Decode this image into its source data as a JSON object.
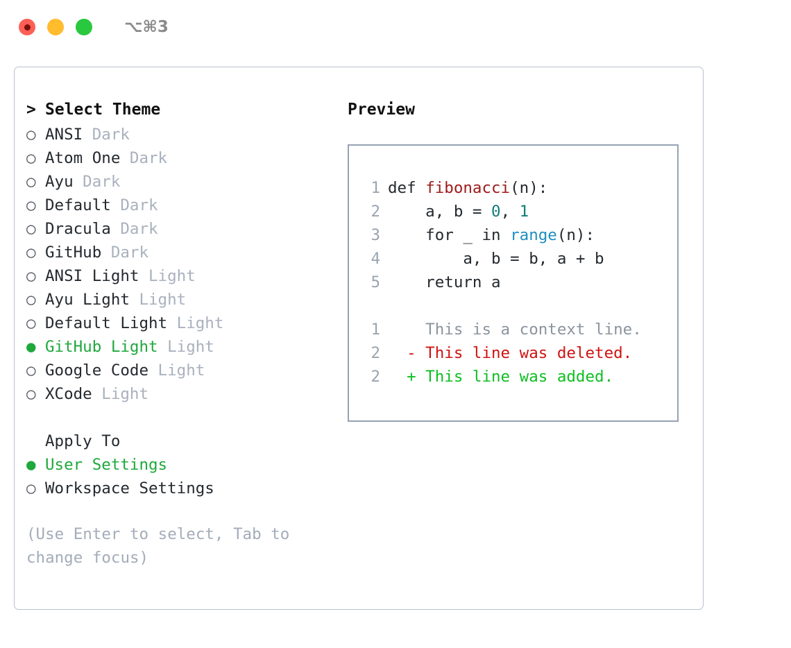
{
  "titlebar": {
    "shortcut": "⌥⌘3",
    "buttons": {
      "close_label": "close",
      "minimize_label": "minimize",
      "maximize_label": "maximize"
    }
  },
  "theme_picker": {
    "header": "Select Theme",
    "caret": ">",
    "marker_unselected": "○",
    "marker_selected": "●",
    "items": [
      {
        "name": "ANSI",
        "kind": "Dark",
        "selected": false
      },
      {
        "name": "Atom One",
        "kind": "Dark",
        "selected": false
      },
      {
        "name": "Ayu",
        "kind": "Dark",
        "selected": false
      },
      {
        "name": "Default",
        "kind": "Dark",
        "selected": false
      },
      {
        "name": "Dracula",
        "kind": "Dark",
        "selected": false
      },
      {
        "name": "GitHub",
        "kind": "Dark",
        "selected": false
      },
      {
        "name": "ANSI Light",
        "kind": "Light",
        "selected": false
      },
      {
        "name": "Ayu Light",
        "kind": "Light",
        "selected": false
      },
      {
        "name": "Default Light",
        "kind": "Light",
        "selected": false
      },
      {
        "name": "GitHub Light",
        "kind": "Light",
        "selected": true
      },
      {
        "name": "Google Code",
        "kind": "Light",
        "selected": false
      },
      {
        "name": "XCode",
        "kind": "Light",
        "selected": false
      }
    ]
  },
  "apply_to": {
    "label": "Apply To",
    "options": [
      {
        "name": "User Settings",
        "selected": true
      },
      {
        "name": "Workspace Settings",
        "selected": false
      }
    ]
  },
  "hint": "(Use Enter to select, Tab to change focus)",
  "preview": {
    "header": "Preview",
    "code_lines": [
      {
        "no": "1",
        "tokens": [
          {
            "t": "def ",
            "c": "plain"
          },
          {
            "t": "fibonacci",
            "c": "func"
          },
          {
            "t": "(n):",
            "c": "plain"
          }
        ]
      },
      {
        "no": "2",
        "tokens": [
          {
            "t": "    a, b = ",
            "c": "plain"
          },
          {
            "t": "0",
            "c": "num"
          },
          {
            "t": ", ",
            "c": "plain"
          },
          {
            "t": "1",
            "c": "num"
          }
        ]
      },
      {
        "no": "3",
        "tokens": [
          {
            "t": "    for _ in ",
            "c": "plain"
          },
          {
            "t": "range",
            "c": "call"
          },
          {
            "t": "(n):",
            "c": "plain"
          }
        ]
      },
      {
        "no": "4",
        "tokens": [
          {
            "t": "        a, b = b, a + b",
            "c": "plain"
          }
        ]
      },
      {
        "no": "5",
        "tokens": [
          {
            "t": "    return a",
            "c": "plain"
          }
        ]
      }
    ],
    "diff_lines": [
      {
        "no": "1",
        "marker": " ",
        "text": " This is a context line.",
        "kind": "ctx"
      },
      {
        "no": "2",
        "marker": "-",
        "text": " This line was deleted.",
        "kind": "del"
      },
      {
        "no": "2",
        "marker": "+",
        "text": " This line was added.",
        "kind": "add"
      }
    ]
  },
  "colors": {
    "accent_green": "#1fa83c",
    "diff_add": "#0fbe22",
    "diff_del": "#d01212",
    "func": "#9e1a1a",
    "number": "#0f7d77",
    "call": "#1f8fc0",
    "muted": "#a8b1bd",
    "border": "#b9c2cf"
  }
}
